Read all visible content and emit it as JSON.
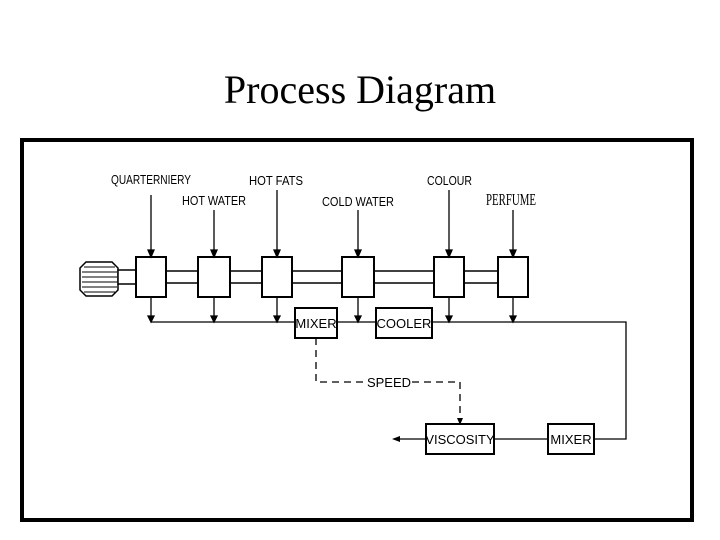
{
  "title": "Process Diagram",
  "inputs": {
    "quarterniery": "QUARTERNIERY",
    "hot_water": "HOT WATER",
    "hot_fats": "HOT FATS",
    "cold_water": "COLD WATER",
    "colour": "COLOUR",
    "perfume": "PERFUME"
  },
  "units": {
    "mixer_top": "MIXER",
    "cooler": "COOLER",
    "speed": "SPEED",
    "viscosity": "VISCOSITY",
    "mixer_bottom": "MIXER"
  }
}
